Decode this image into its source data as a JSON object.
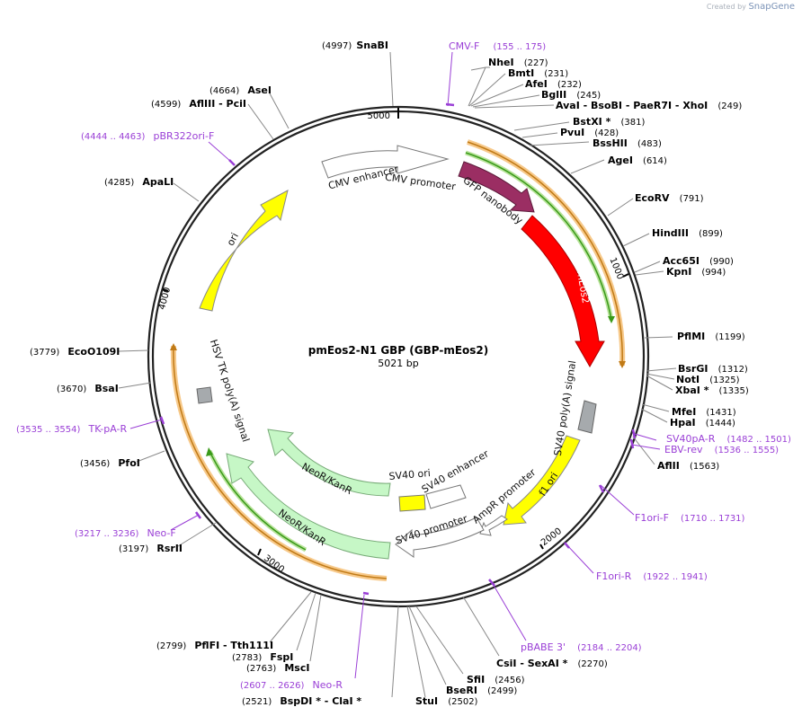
{
  "watermark": {
    "created_by": "Created by",
    "brand": "SnapGene"
  },
  "plasmid": {
    "name": "pmEos2-N1 GBP (GBP-mEos2)",
    "length": "5021 bp"
  },
  "ticks": [
    "5000",
    "1000",
    "2000",
    "3000",
    "4000"
  ],
  "enzymes": [
    {
      "pre": "(4997)",
      "name": "SnaBI",
      "post": ""
    },
    {
      "pre": "",
      "name": "NheI",
      "post": "(227)"
    },
    {
      "pre": "",
      "name": "BmtI",
      "post": "(231)"
    },
    {
      "pre": "",
      "name": "AfeI",
      "post": "(232)"
    },
    {
      "pre": "",
      "name": "BglII",
      "post": "(245)"
    },
    {
      "pre": "",
      "name": "AvaI  - BsoBI  - PaeR7I  - XhoI",
      "post": "(249)"
    },
    {
      "pre": "",
      "name": "BstXI *",
      "post": "(381)"
    },
    {
      "pre": "",
      "name": "PvuI",
      "post": "(428)"
    },
    {
      "pre": "",
      "name": "BssHII",
      "post": "(483)"
    },
    {
      "pre": "",
      "name": "AgeI",
      "post": "(614)"
    },
    {
      "pre": "",
      "name": "EcoRV",
      "post": "(791)"
    },
    {
      "pre": "",
      "name": "HindIII",
      "post": "(899)"
    },
    {
      "pre": "",
      "name": "Acc65I",
      "post": "(990)"
    },
    {
      "pre": "",
      "name": "KpnI",
      "post": "(994)"
    },
    {
      "pre": "",
      "name": "PflMI",
      "post": "(1199)"
    },
    {
      "pre": "",
      "name": "BsrGI",
      "post": "(1312)"
    },
    {
      "pre": "",
      "name": "NotI",
      "post": "(1325)"
    },
    {
      "pre": "",
      "name": "XbaI *",
      "post": "(1335)"
    },
    {
      "pre": "",
      "name": "MfeI",
      "post": "(1431)"
    },
    {
      "pre": "",
      "name": "HpaI",
      "post": "(1444)"
    },
    {
      "pre": "",
      "name": "AflII",
      "post": "(1563)"
    },
    {
      "pre": "",
      "name": "CsiI  - SexAI *",
      "post": "(2270)"
    },
    {
      "pre": "",
      "name": "SfiI",
      "post": "(2456)"
    },
    {
      "pre": "",
      "name": "BseRI",
      "post": "(2499)"
    },
    {
      "pre": "",
      "name": "StuI",
      "post": "(2502)"
    },
    {
      "pre": "(2521)",
      "name": "BspDI *  - ClaI *",
      "post": ""
    },
    {
      "pre": "(2763)",
      "name": "MscI",
      "post": ""
    },
    {
      "pre": "(2783)",
      "name": "FspI",
      "post": ""
    },
    {
      "pre": "(2799)",
      "name": "PflFI  - Tth111I",
      "post": ""
    },
    {
      "pre": "(3197)",
      "name": "RsrII",
      "post": ""
    },
    {
      "pre": "(3456)",
      "name": "PfoI",
      "post": ""
    },
    {
      "pre": "(3670)",
      "name": "BsaI",
      "post": ""
    },
    {
      "pre": "(3779)",
      "name": "EcoO109I",
      "post": ""
    },
    {
      "pre": "(4285)",
      "name": "ApaLI",
      "post": ""
    },
    {
      "pre": "(4599)",
      "name": "AflIII  - PciI",
      "post": ""
    },
    {
      "pre": "(4664)",
      "name": "AseI",
      "post": ""
    }
  ],
  "primers": [
    {
      "name": "CMV-F",
      "range": "(155 .. 175)"
    },
    {
      "name": "SV40pA-R",
      "range": "(1482 .. 1501)"
    },
    {
      "name": "EBV-rev",
      "range": "(1536 .. 1555)"
    },
    {
      "name": "F1ori-F",
      "range": "(1710 .. 1731)"
    },
    {
      "name": "F1ori-R",
      "range": "(1922 .. 1941)"
    },
    {
      "name": "pBABE 3'",
      "range": "(2184 .. 2204)"
    },
    {
      "name": "Neo-R",
      "range": "(2607 .. 2626)"
    },
    {
      "name": "Neo-F",
      "range": "(3217 .. 3236)"
    },
    {
      "name": "TK-pA-R",
      "range": "(3535 .. 3554)"
    },
    {
      "name": "pBR322ori-F",
      "range": "(4444 .. 4463)"
    }
  ],
  "features": [
    {
      "name": "CMV enhancer",
      "color": "#ffffff"
    },
    {
      "name": "CMV promoter",
      "color": "#ffffff"
    },
    {
      "name": "GFP nanobody",
      "color": "#9b2e63"
    },
    {
      "name": "mEos2",
      "color": "#ff0000"
    },
    {
      "name": "SV40 poly(A) signal",
      "color": "#a6aaad"
    },
    {
      "name": "f1 ori",
      "color": "#ffff00"
    },
    {
      "name": "AmpR promoter",
      "color": "#ffffff"
    },
    {
      "name": "SV40 promoter",
      "color": "#ffffff"
    },
    {
      "name": "SV40 ori",
      "color": "#ffff00"
    },
    {
      "name": "SV40 enhancer",
      "color": "#ffffff"
    },
    {
      "name": "NeoR/KanR",
      "color": "#c6f7c6"
    },
    {
      "name": "NeoR/KanR",
      "color": "#c6f7c6"
    },
    {
      "name": "HSV TK poly(A) signal",
      "color": "#a6aaad"
    },
    {
      "name": "ori",
      "color": "#ffff00"
    }
  ],
  "colors": {
    "primer": "#9a3fd6",
    "orf_orange": "#f5a623",
    "orf_green": "#3a9a1a",
    "backbone": "#222222"
  }
}
